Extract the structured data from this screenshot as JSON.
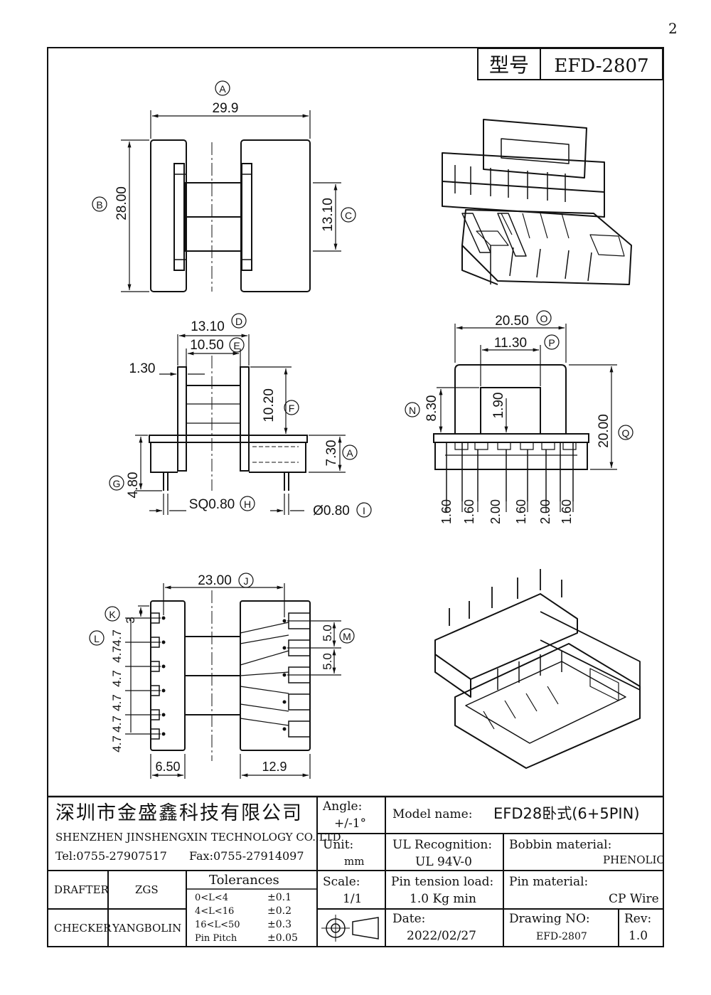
{
  "page_number": "2",
  "title_box": {
    "label": "型号",
    "model": "EFD-2807"
  },
  "dims": {
    "A": "29.9",
    "B": "28.00",
    "C": "13.10",
    "D": "13.10",
    "E": "10.50",
    "F": "10.20",
    "t130": "1.30",
    "A2": "7.30",
    "G": "4.80",
    "H": "SQ0.80",
    "I": "Ø0.80",
    "O": "20.50",
    "P": "11.30",
    "N": "8.30",
    "v190": "1.90",
    "Q": "20.00",
    "pitch1": "1.60",
    "pitch2": "1.60",
    "pitch3": "2.00",
    "pitch4": "1.60",
    "pitch5": "2.00",
    "pitch6": "1.60",
    "J": "23.00",
    "K": "3",
    "L": "4.7",
    "Lseq": [
      "4.7",
      "4.7",
      "4.7",
      "4.7",
      "4.7"
    ],
    "M1": "5.0",
    "M2": "5.0",
    "w650": "6.50",
    "w129": "12.9"
  },
  "bubbles": [
    "A",
    "B",
    "C",
    "D",
    "E",
    "F",
    "A",
    "G",
    "H",
    "I",
    "O",
    "P",
    "N",
    "Q",
    "J",
    "K",
    "L",
    "M"
  ],
  "company": {
    "name_cn": "深圳市金盛鑫科技有限公司",
    "name_en": "SHENZHEN JINSHENGXIN TECHNOLOGY CO.,LTD",
    "tel": "Tel:0755-27907517",
    "fax": "Fax:0755-27914097"
  },
  "angle": {
    "label": "Angle:",
    "value": "+/-1°"
  },
  "unit": {
    "label": "Unit:",
    "value": "mm"
  },
  "scale": {
    "label": "Scale:",
    "value": "1/1"
  },
  "model": {
    "label": "Model name:",
    "value": "EFD28卧式(6+5PIN)"
  },
  "ul": {
    "label": "UL Recognition:",
    "value": "UL 94V-0"
  },
  "bobbin": {
    "label": "Bobbin material:",
    "value": "PHENOLIC"
  },
  "pin_tension": {
    "label": "Pin tension load:",
    "value": "1.0 Kg min"
  },
  "pin_material": {
    "label": "Pin material:",
    "value": "CP Wire"
  },
  "date": {
    "label": "Date:",
    "value": "2022/02/27"
  },
  "drawing_no": {
    "label": "Drawing NO:",
    "value": "EFD-2807"
  },
  "rev": {
    "label": "Rev:",
    "value": "1.0"
  },
  "drafter": {
    "label": "DRAFTER",
    "value": "ZGS"
  },
  "checker": {
    "label": "CHECKER",
    "value": "YANGBOLIN"
  },
  "tolerances": {
    "title": "Tolerances",
    "rows": [
      {
        "range": "0<L<4",
        "tol": "±0.1"
      },
      {
        "range": "4<L<16",
        "tol": "±0.2"
      },
      {
        "range": "16<L<50",
        "tol": "±0.3"
      },
      {
        "range": "Pin Pitch",
        "tol": "±0.05"
      }
    ]
  }
}
